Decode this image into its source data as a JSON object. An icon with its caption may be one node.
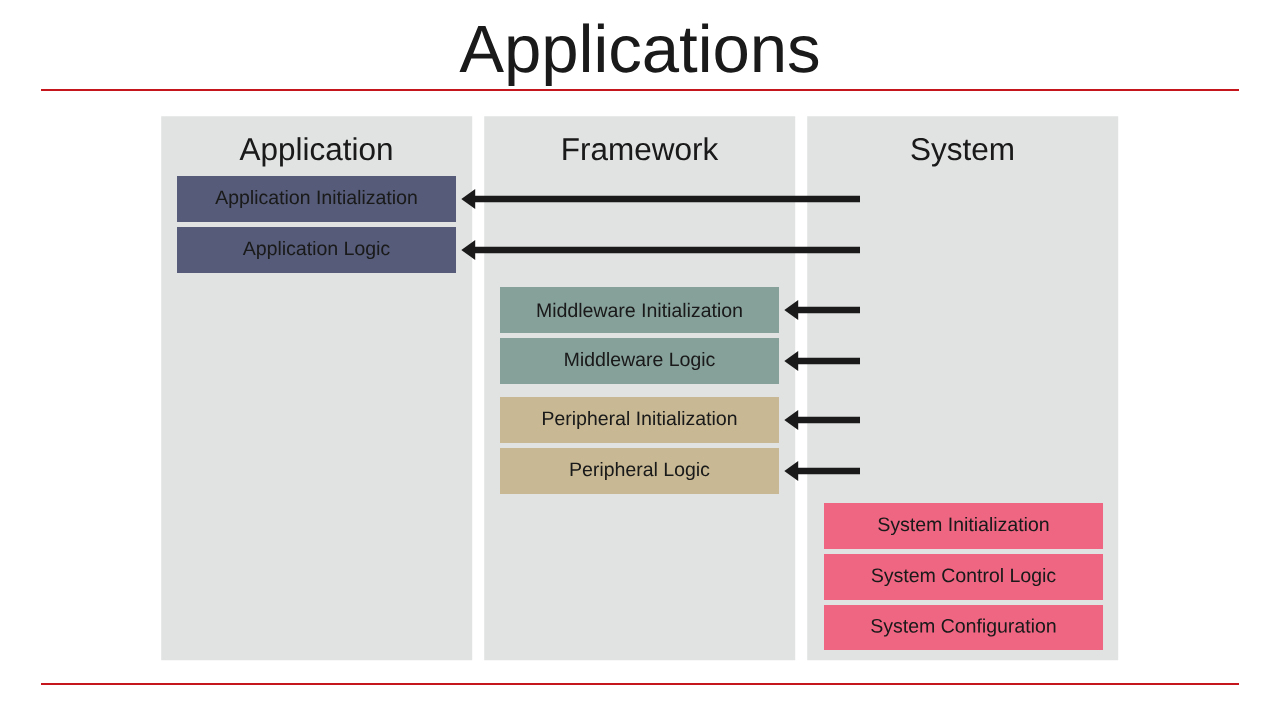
{
  "diagram": {
    "title": "Applications",
    "nodes": [
      {
        "text": [
          "Application"
        ]
      },
      {
        "text": [
          "Application Initialization"
        ],
        "in": 0
      },
      {
        "text": [
          "Application Logic"
        ],
        "in": 0
      },
      {
        "text": [
          "Framework"
        ]
      },
      {
        "text": [
          "Middleware Initialization"
        ],
        "in": 3
      },
      {
        "text": [
          "Middleware Logic"
        ],
        "in": 3
      },
      {
        "text": [
          "Peripheral Initialization"
        ],
        "in": 3
      },
      {
        "text": [
          "Peripheral Logic"
        ],
        "in": 3
      },
      {
        "text": [
          "System"
        ]
      },
      {
        "text": [
          "System Initialization"
        ],
        "in": 8
      },
      {
        "text": [
          "System Control Logic"
        ],
        "in": 8
      },
      {
        "text": [
          "System Configuration"
        ],
        "in": 8
      }
    ],
    "edges": [
      {
        "from": null,
        "to": 1,
        "arrow": "to"
      },
      {
        "from": null,
        "to": 2,
        "arrow": "to"
      },
      {
        "from": null,
        "to": 4,
        "arrow": "to"
      },
      {
        "from": null,
        "to": 5,
        "arrow": "to"
      },
      {
        "from": null,
        "to": 6,
        "arrow": "to"
      },
      {
        "from": null,
        "to": 7,
        "arrow": "to"
      }
    ]
  }
}
